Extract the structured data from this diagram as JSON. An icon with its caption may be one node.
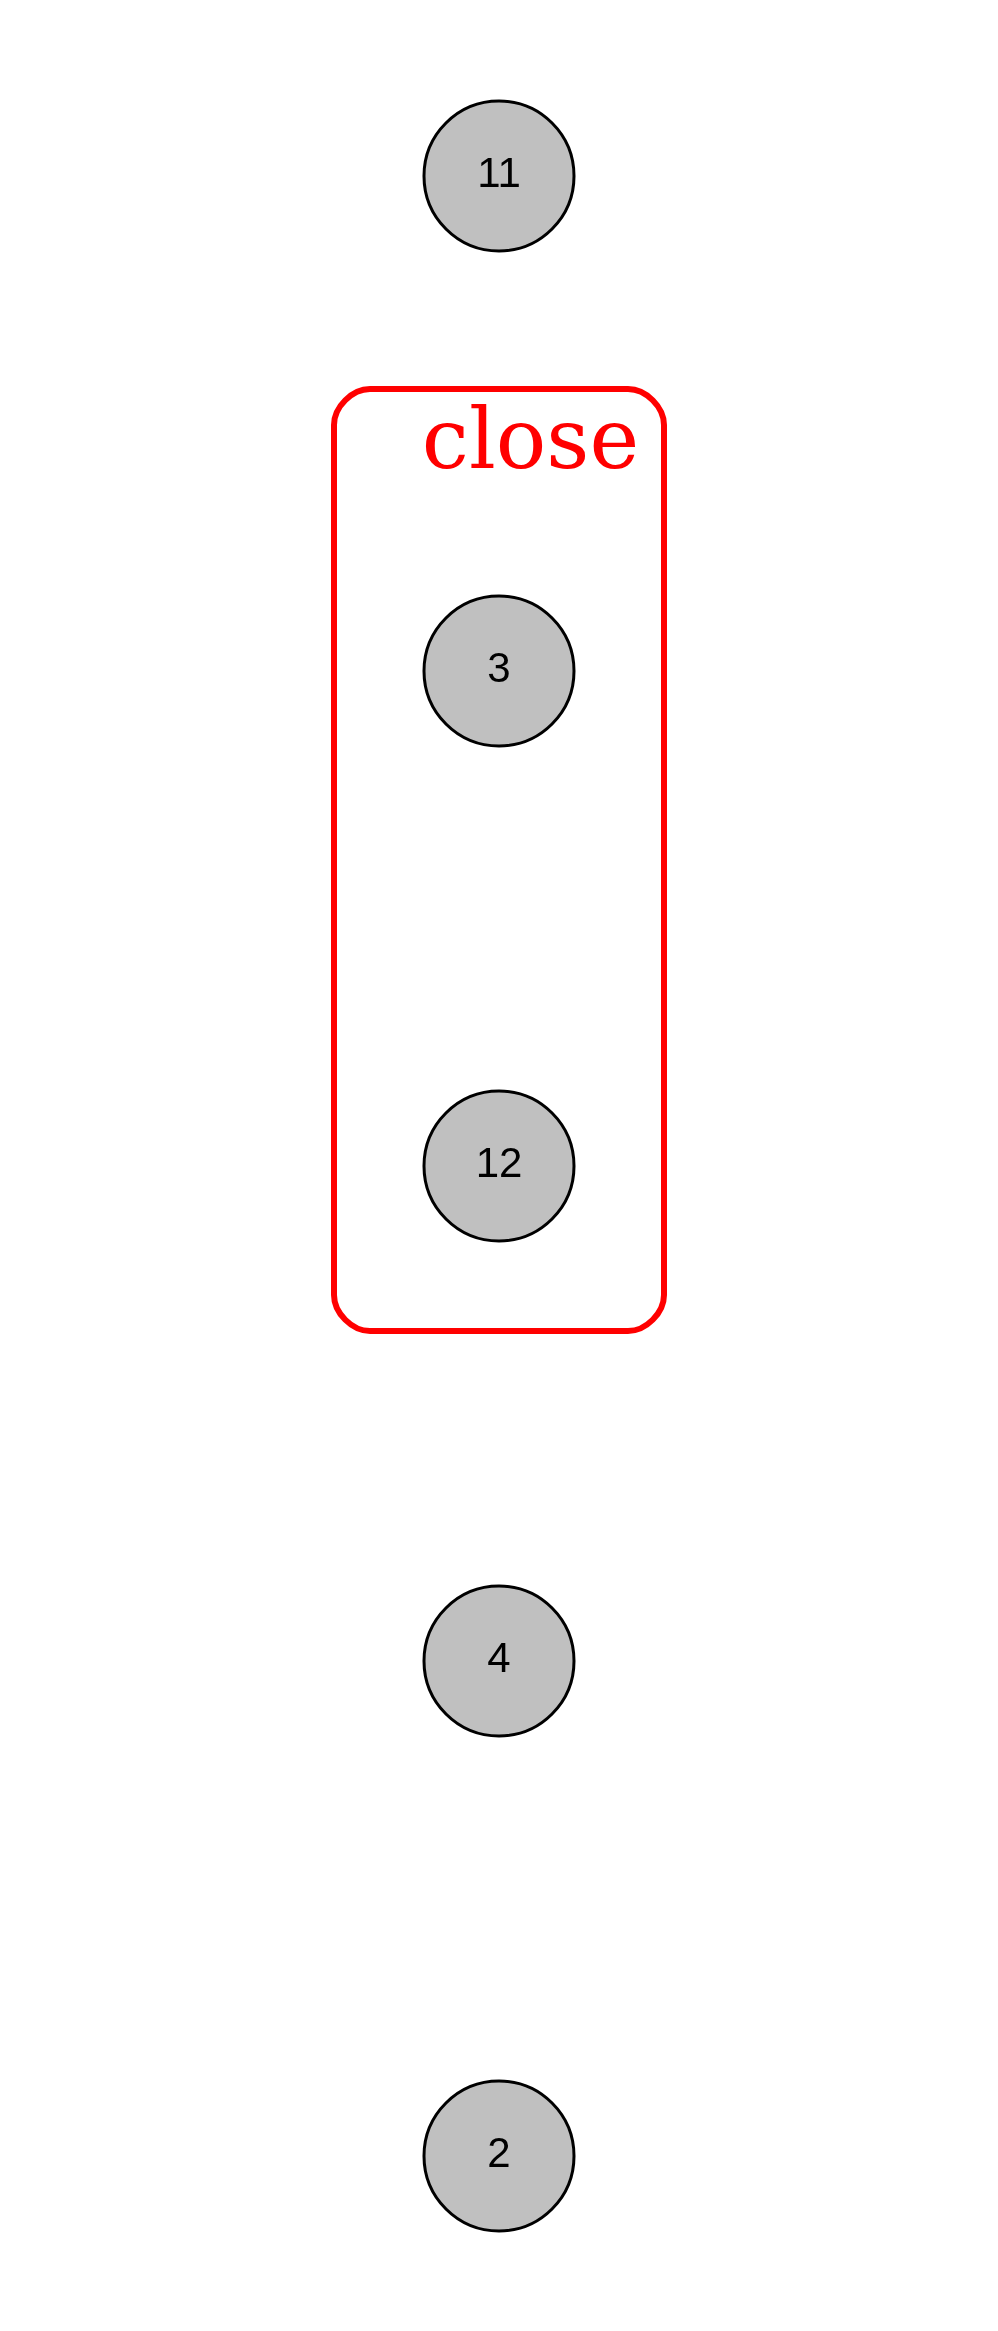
{
  "diagram": {
    "nodes": [
      {
        "text": [
          "2"
        ]
      },
      {
        "text": [
          "4"
        ]
      },
      {
        "text": [
          "close"
        ]
      },
      {
        "text": [
          "3"
        ],
        "in": 2
      },
      {
        "text": [
          "11"
        ]
      },
      {
        "text": [
          "12"
        ],
        "in": 2
      }
    ],
    "edges": []
  }
}
